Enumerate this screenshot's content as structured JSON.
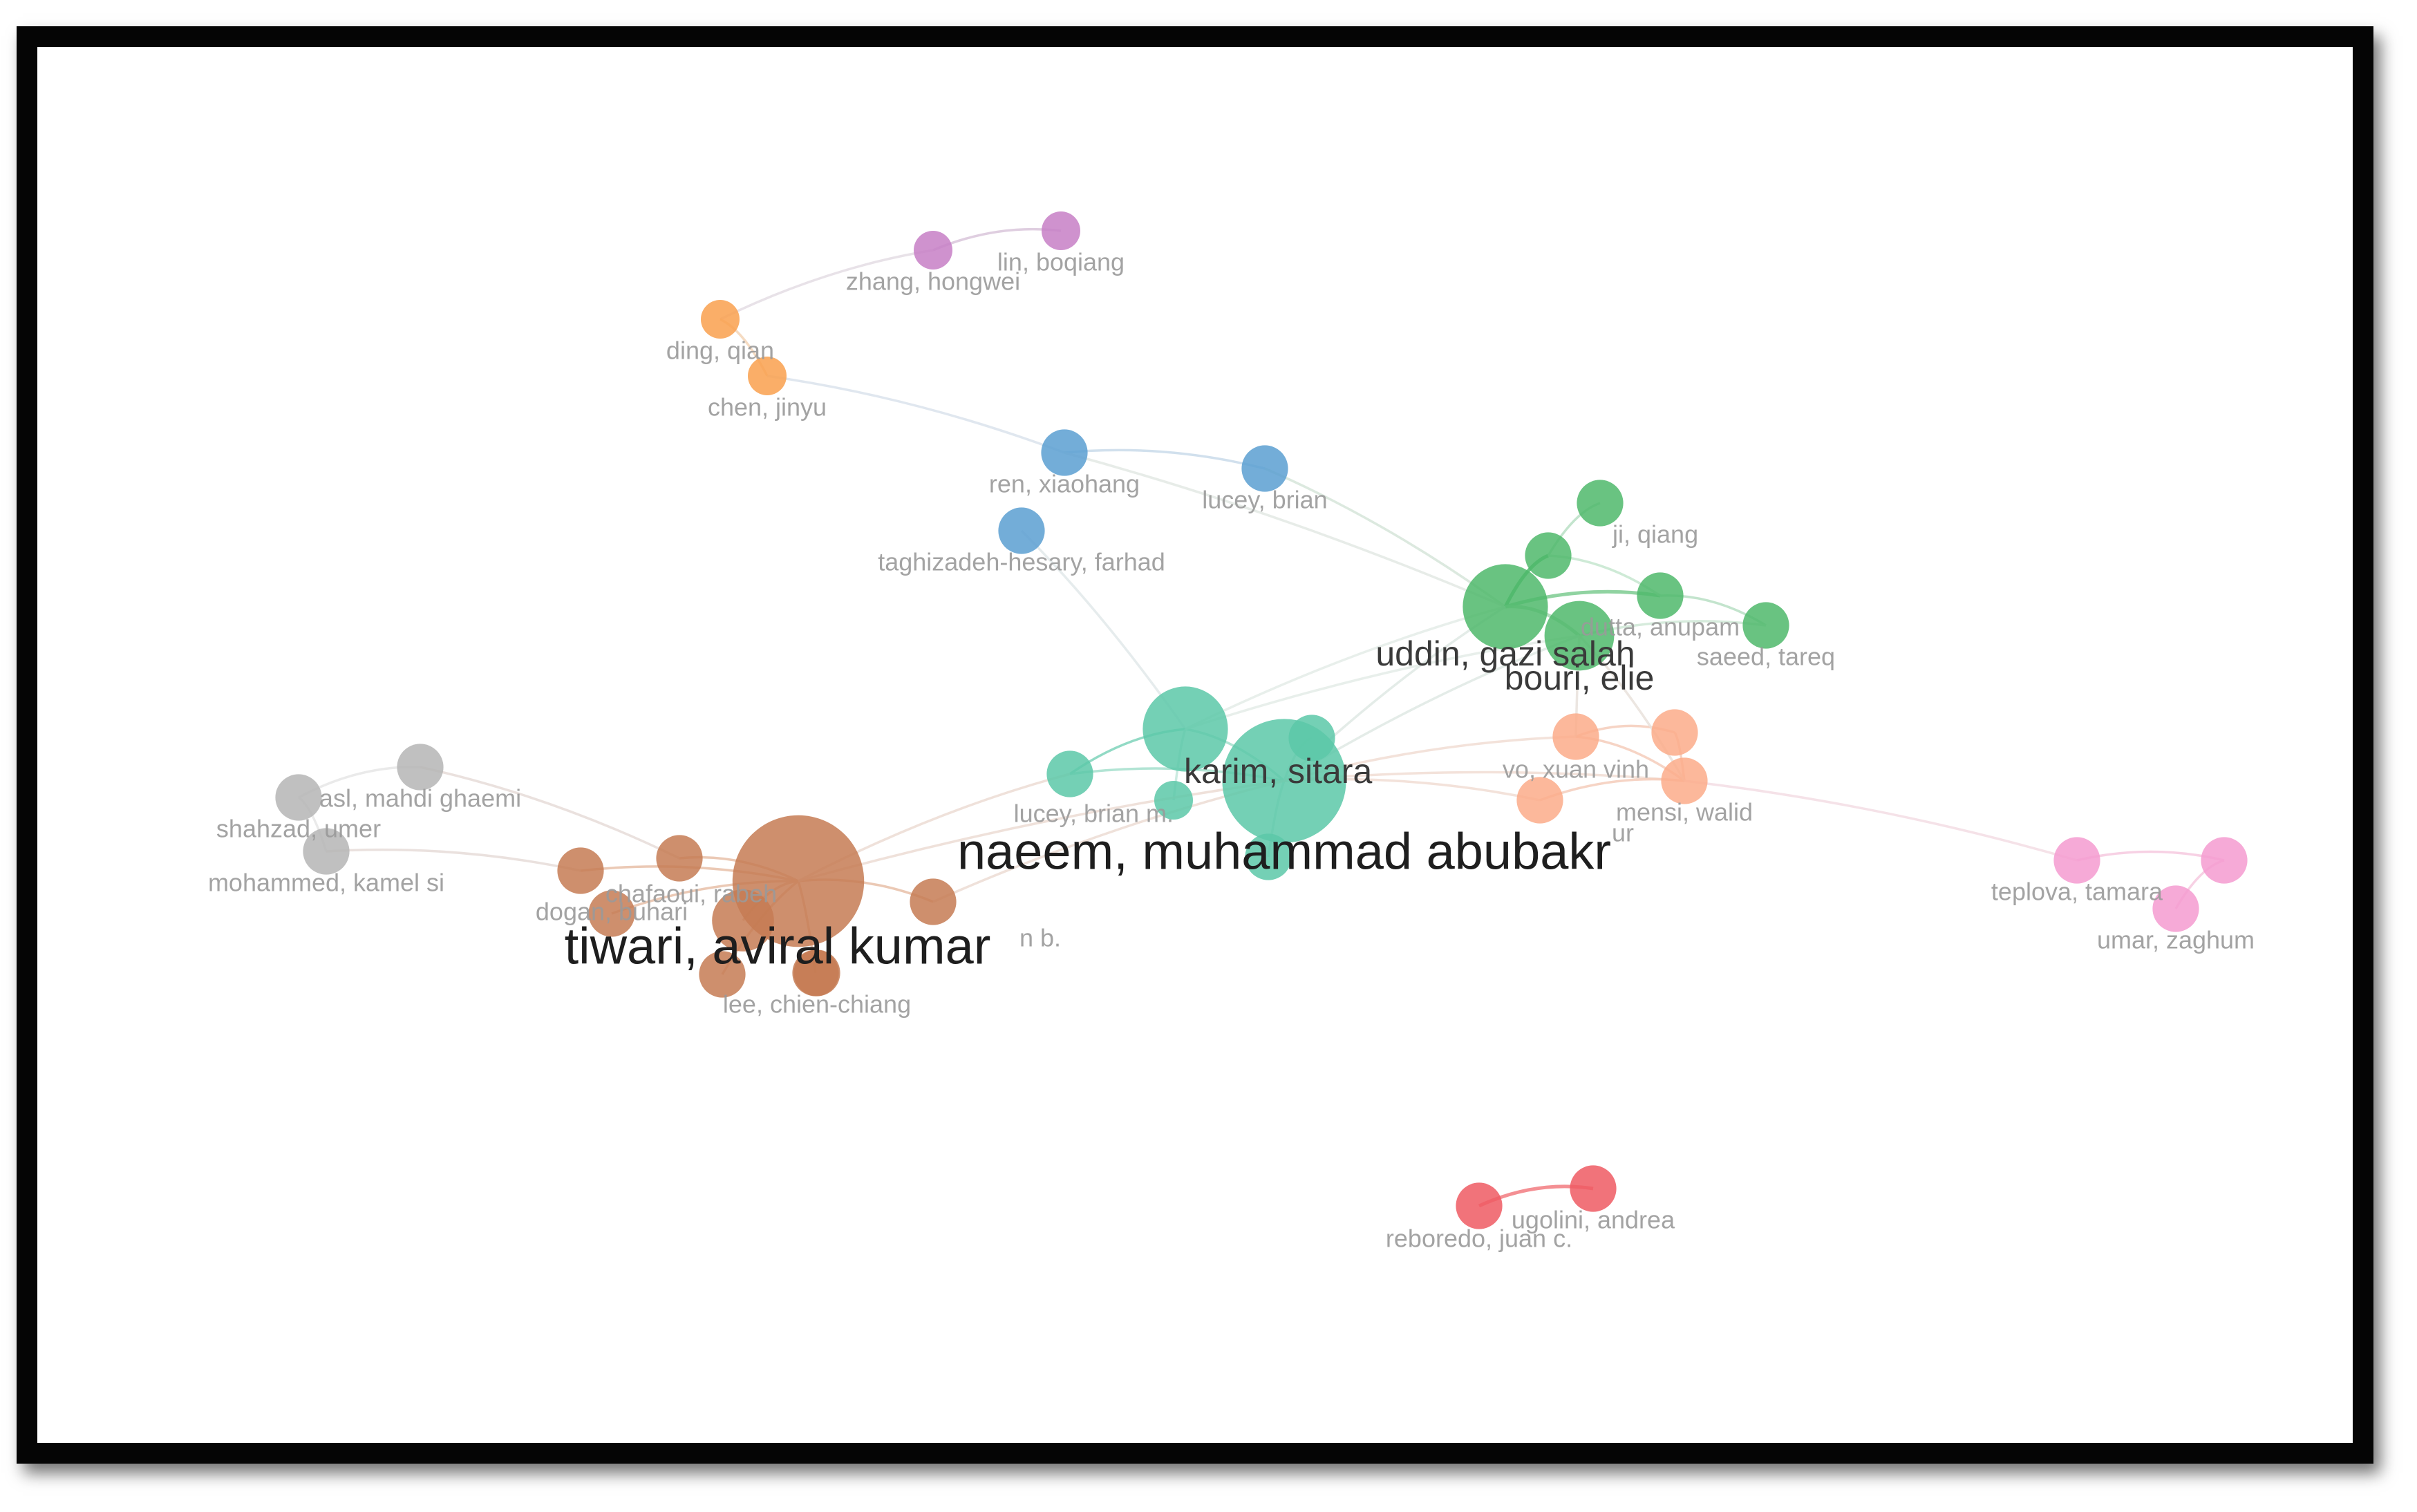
{
  "diagram": {
    "type": "co-authorship network",
    "clusters": [
      {
        "id": "purple",
        "color": "#c77fc5"
      },
      {
        "id": "orange",
        "color": "#f9a04e"
      },
      {
        "id": "blue",
        "color": "#5a9fd1"
      },
      {
        "id": "green",
        "color": "#4fb96b"
      },
      {
        "id": "teal",
        "color": "#5cc8a8"
      },
      {
        "id": "salmon",
        "color": "#fbab8a"
      },
      {
        "id": "brown",
        "color": "#c57b54"
      },
      {
        "id": "gray",
        "color": "#b5b5b5"
      },
      {
        "id": "pink",
        "color": "#f59bd0"
      },
      {
        "id": "red",
        "color": "#ef5b63"
      }
    ],
    "nodes": [
      {
        "id": "zhang-hongwei",
        "label": "zhang, hongwei",
        "cluster": "purple",
        "weight": 1,
        "label_weight": "minor"
      },
      {
        "id": "lin-boqiang",
        "label": "lin, boqiang",
        "cluster": "purple",
        "weight": 1,
        "label_weight": "minor"
      },
      {
        "id": "ding-qian",
        "label": "ding, qian",
        "cluster": "orange",
        "weight": 1,
        "label_weight": "minor"
      },
      {
        "id": "chen-jinyu",
        "label": "chen, jinyu",
        "cluster": "orange",
        "weight": 1,
        "label_weight": "minor"
      },
      {
        "id": "ren-xiaohang",
        "label": "ren, xiaohang",
        "cluster": "blue",
        "weight": 1.2,
        "label_weight": "minor"
      },
      {
        "id": "lucey-brian",
        "label": "lucey, brian",
        "cluster": "blue",
        "weight": 1.2,
        "label_weight": "minor"
      },
      {
        "id": "taghizadeh-hesary-farhad",
        "label": "taghizadeh-hesary, farhad",
        "cluster": "blue",
        "weight": 1.2,
        "label_weight": "minor"
      },
      {
        "id": "ji-qiang",
        "label": "ji, qiang",
        "cluster": "green",
        "weight": 1.2,
        "label_weight": "minor"
      },
      {
        "id": "green-node-a",
        "label": "",
        "cluster": "green",
        "weight": 1.2,
        "label_weight": "minor"
      },
      {
        "id": "uddin-gazi-salah",
        "label": "uddin, gazi salah",
        "cluster": "green",
        "weight": 2.2,
        "label_weight": "medium"
      },
      {
        "id": "dutta-anupam",
        "label": "dutta, anupam",
        "cluster": "green",
        "weight": 1.2,
        "label_weight": "minor"
      },
      {
        "id": "bouri-elie",
        "label": "bouri, elie",
        "cluster": "green",
        "weight": 1.8,
        "label_weight": "medium"
      },
      {
        "id": "saeed-tareq",
        "label": "saeed, tareq",
        "cluster": "green",
        "weight": 1.2,
        "label_weight": "minor"
      },
      {
        "id": "teal-node-a",
        "label": "",
        "cluster": "teal",
        "weight": 2.2,
        "label_weight": "minor"
      },
      {
        "id": "karim-sitara",
        "label": "karim, sitara",
        "cluster": "teal",
        "weight": 1.2,
        "label_weight": "medium"
      },
      {
        "id": "teal-node-b",
        "label": "",
        "cluster": "teal",
        "weight": 1.2,
        "label_weight": "minor"
      },
      {
        "id": "lucey-brian-m",
        "label": "lucey, brian m.",
        "cluster": "teal",
        "weight": 1,
        "label_weight": "minor"
      },
      {
        "id": "naeem-muhammad-abubakr",
        "label": "naeem, muhammad abubakr",
        "cluster": "teal",
        "weight": 3.2,
        "label_weight": "major"
      },
      {
        "id": "teal-node-c",
        "label": "",
        "cluster": "teal",
        "weight": 1.2,
        "label_weight": "minor"
      },
      {
        "id": "vo-xuan-vinh",
        "label": "vo, xuan vinh",
        "cluster": "salmon",
        "weight": 1.2,
        "label_weight": "minor"
      },
      {
        "id": "salmon-node-a",
        "label": "",
        "cluster": "salmon",
        "weight": 1.2,
        "label_weight": "minor"
      },
      {
        "id": "mensi-walid",
        "label": "mensi, walid",
        "cluster": "salmon",
        "weight": 1.2,
        "label_weight": "minor"
      },
      {
        "id": "salmon-node-b",
        "label": "ur",
        "cluster": "salmon",
        "weight": 1.2,
        "label_weight": "minor"
      },
      {
        "id": "asl-mahdi-ghaemi",
        "label": "asl, mahdi ghaemi",
        "cluster": "gray",
        "weight": 1.2,
        "label_weight": "minor"
      },
      {
        "id": "shahzad-umer",
        "label": "shahzad, umer",
        "cluster": "gray",
        "weight": 1.2,
        "label_weight": "minor"
      },
      {
        "id": "mohammed-kamel-si",
        "label": "mohammed, kamel si",
        "cluster": "gray",
        "weight": 1.2,
        "label_weight": "minor"
      },
      {
        "id": "brown-node-a",
        "label": "",
        "cluster": "brown",
        "weight": 1.2,
        "label_weight": "minor"
      },
      {
        "id": "brown-node-b",
        "label": "",
        "cluster": "brown",
        "weight": 1.2,
        "label_weight": "minor"
      },
      {
        "id": "tiwari-aviral-kumar",
        "label": "tiwari, aviral kumar",
        "cluster": "brown",
        "weight": 3.4,
        "label_weight": "major"
      },
      {
        "id": "dogan-buhari",
        "label": "dogan, buhari",
        "cluster": "brown",
        "weight": 1.2,
        "label_weight": "minor"
      },
      {
        "id": "bhattacharjee",
        "label": "",
        "cluster": "brown",
        "weight": 1.6,
        "label_weight": "minor"
      },
      {
        "id": "shahbaz-muhammad",
        "label": "",
        "cluster": "brown",
        "weight": 1.2,
        "label_weight": "minor"
      },
      {
        "id": "lee-chien-chiang",
        "label": "lee, chien-chiang",
        "cluster": "brown",
        "weight": 1.2,
        "label_weight": "minor"
      },
      {
        "id": "brown-node-c",
        "label": "",
        "cluster": "brown",
        "weight": 1.2,
        "label_weight": "minor"
      },
      {
        "id": "brown-node-d",
        "label": "",
        "cluster": "brown",
        "weight": 1.2,
        "label_weight": "minor"
      },
      {
        "id": "teplova-tamara",
        "label": "teplova, tamara",
        "cluster": "pink",
        "weight": 1.2,
        "label_weight": "minor"
      },
      {
        "id": "pink-node-a",
        "label": "",
        "cluster": "pink",
        "weight": 1.2,
        "label_weight": "minor"
      },
      {
        "id": "umar-zaghum",
        "label": "umar, zaghum",
        "cluster": "pink",
        "weight": 1.2,
        "label_weight": "minor"
      },
      {
        "id": "reboredo-juan-c",
        "label": "reboredo, juan c.",
        "cluster": "red",
        "weight": 1.2,
        "label_weight": "minor"
      },
      {
        "id": "ugolini-andrea",
        "label": "ugolini, andrea",
        "cluster": "red",
        "weight": 1.2,
        "label_weight": "minor"
      }
    ],
    "extra_labels": [
      {
        "id": "hafaoui-rabeh",
        "text": "chafaoui, rabeh"
      },
      {
        "id": "bryan-b",
        "text": "n b."
      }
    ]
  }
}
